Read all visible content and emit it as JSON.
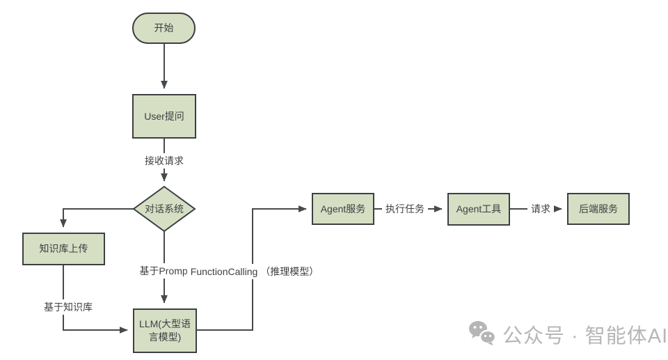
{
  "diagram": {
    "nodes": {
      "start": {
        "label": "开始",
        "shape": "stadium"
      },
      "user_question": {
        "label": "User提问",
        "shape": "rect"
      },
      "dialog_system": {
        "label": "对话系统",
        "shape": "diamond"
      },
      "kb_upload": {
        "label": "知识库上传",
        "shape": "rect"
      },
      "llm": {
        "label": "LLM(大型语言模型)",
        "shape": "rect"
      },
      "agent_service": {
        "label": "Agent服务",
        "shape": "rect"
      },
      "agent_tool": {
        "label": "Agent工具",
        "shape": "rect"
      },
      "backend_service": {
        "label": "后端服务",
        "shape": "rect"
      }
    },
    "edge_labels": {
      "receive_request": "接收请求",
      "based_on_prompt": "基于Prompt",
      "function_calling": "FunctionCalling （推理模型）",
      "based_on_kb": "基于知识库",
      "execute_task": "执行任务",
      "request": "请求"
    },
    "colors": {
      "node_fill": "#d6dec4",
      "node_border": "#3b4043",
      "edge": "#47494b",
      "text": "#3c3f42",
      "watermark": "#b6b6b6",
      "background": "#ffffff"
    }
  },
  "watermark": {
    "icon": "wechat-icon",
    "text": "公众号 · 智能体AI"
  }
}
